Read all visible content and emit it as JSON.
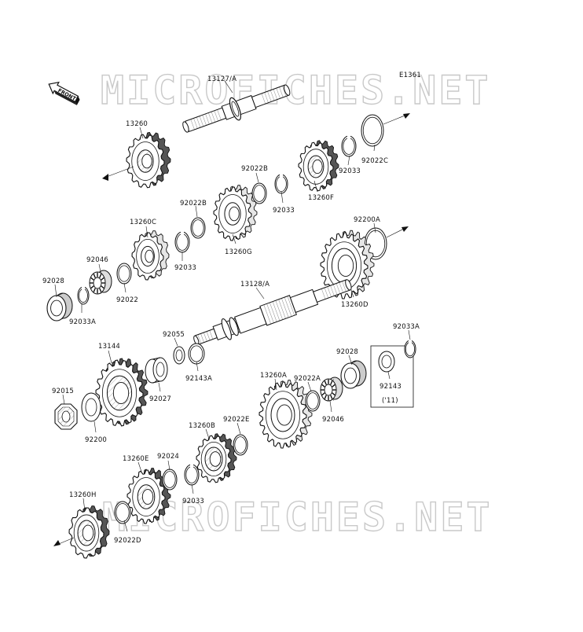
{
  "diagram": {
    "code": "E1361",
    "front_label": "FRONT",
    "watermark": "MICROFICHES.NET",
    "labels": {
      "shaft_out": "13127/A",
      "gear_13260": "13260",
      "gear_13260f": "13260F",
      "ring_92033_a": "92033",
      "circlip_92022c": "92022C",
      "washer_92022b_a": "92022B",
      "ring_92033_b": "92033",
      "gear_13260g": "13260G",
      "washer_92022b_b": "92022B",
      "gear_13260c": "13260C",
      "ring_92033_c": "92033",
      "bearing_92046_a": "92046",
      "washer_92022": "92022",
      "seal_92028_a": "92028",
      "ring_92033a_a": "92033A",
      "washer_92200a": "92200A",
      "gear_13260d": "13260D",
      "shaft_in": "13128/A",
      "sprocket_13144": "13144",
      "collar_92055": "92055",
      "oring_92143a": "92143A",
      "collar_92027": "92027",
      "nut_92015": "92015",
      "washer_92200": "92200",
      "ring_92033a_b": "92033A",
      "seal_92028_b": "92028",
      "gear_13260a": "13260A",
      "washer_92022a": "92022A",
      "bearing_92046_b": "92046",
      "oring_92143": "92143",
      "note_year": "('11)",
      "gear_13260b": "13260B",
      "washer_92022e": "92022E",
      "gear_13260e": "13260E",
      "washer_92024": "92024",
      "ring_92033_d": "92033",
      "gear_13260h": "13260H",
      "washer_92022d": "92022D"
    }
  }
}
